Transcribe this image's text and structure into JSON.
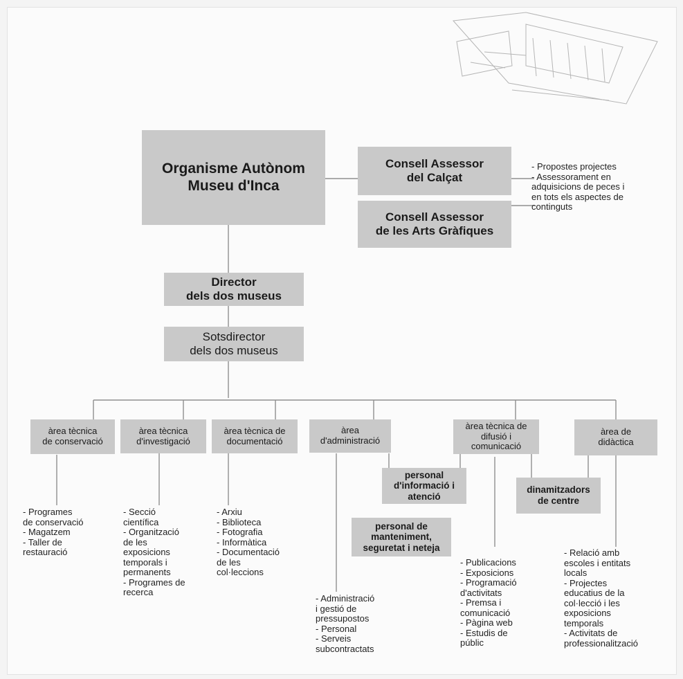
{
  "boxes": {
    "organisme": "Organisme Autònom\nMuseu d'Inca",
    "consell_calcat": "Consell Assessor\ndel Calçat",
    "consell_arts": "Consell Assessor\nde les Arts Gràfiques",
    "director": "Director\ndels dos museus",
    "sotsdirector": "Sotsdirector\ndels dos museus",
    "area_conservacio": "àrea tècnica\nde conservació",
    "area_investigacio": "àrea tècnica\nd'investigació",
    "area_documentacio": "àrea tècnica de\ndocumentació",
    "area_administracio": "àrea\nd'administració",
    "area_difusio": "àrea tècnica de\ndifusió i\ncomunicació",
    "area_didactica": "àrea de\ndidàctica",
    "personal_informacio": "personal\nd'informació i\natenció",
    "personal_manteniment": "personal de\nmanteniment,\nseguretat i neteja",
    "dinamitzadors": "dinamitzadors\nde centre"
  },
  "notes": {
    "consell": "- Propostes projectes\n- Assessorament en\n  adquisicions de peces i\n  en tots els aspectes de\n  continguts",
    "conservacio": "- Programes\n  de conservació\n- Magatzem\n- Taller de\nrestauració",
    "investigacio": "- Secció\n  científica\n- Organització\n  de les\n  exposicions\n  temporals i\n  permanents\n- Programes de\n  recerca",
    "documentacio": "- Arxiu\n- Biblioteca\n- Fotografia\n- Informàtica\n- Documentació\n  de les\n  col·leccions",
    "administracio": "- Administració\n  i gestió de\n  pressupostos\n- Personal\n- Serveis\n  subcontractats",
    "difusio": "- Publicacions\n- Exposicions\n- Programació\n  d'activitats\n- Premsa i\n  comunicació\n- Pàgina web\n- Estudis de\n  públic",
    "didactica": "- Relació amb\n  escoles i entitats\n  locals\n- Projectes\n  educatius de la\n  col·lecció  i les\n  exposicions\n  temporals\n- Activitats de\n  professionalització"
  },
  "colors": {
    "box_fill": "#c9c9c9",
    "line": "#9a9a9a"
  }
}
